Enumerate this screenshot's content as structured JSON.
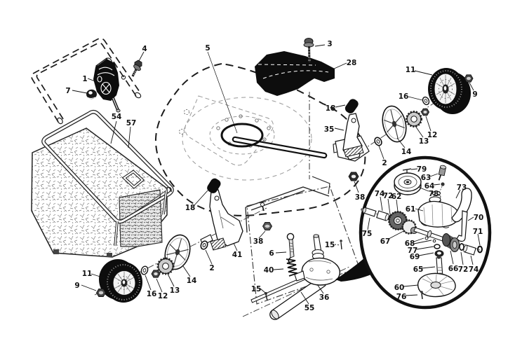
{
  "diagram": {
    "kind": "exploded-parts-diagram",
    "subject": "walk-behind mower drive and wheel assembly",
    "colors": {
      "ink": "#111111",
      "paper": "#ffffff"
    },
    "labels": [
      {
        "part": "control-bracket",
        "text": "1"
      },
      {
        "part": "handle-bolt",
        "text": "4"
      },
      {
        "part": "control-nut",
        "text": "7"
      },
      {
        "part": "bag-frame",
        "text": "54"
      },
      {
        "part": "grass-bag",
        "text": "57"
      },
      {
        "part": "drive-belt",
        "text": "5"
      },
      {
        "part": "cover-bolt",
        "text": "3"
      },
      {
        "part": "belt-cover",
        "text": "28"
      },
      {
        "part": "wheel-rear",
        "text": "11"
      },
      {
        "part": "wheel-nut-rear",
        "text": "9"
      },
      {
        "part": "washer-rear",
        "text": "16"
      },
      {
        "part": "grip-rear",
        "text": "18"
      },
      {
        "part": "height-lever-rear",
        "text": "35"
      },
      {
        "part": "locknut-rear",
        "text": "12"
      },
      {
        "part": "pinion-rear",
        "text": "13"
      },
      {
        "part": "wheel-cover-rear",
        "text": "14"
      },
      {
        "part": "washer2-rear",
        "text": "2"
      },
      {
        "part": "axle-nut-a",
        "text": "38"
      },
      {
        "part": "clip",
        "text": "79"
      },
      {
        "part": "fitting",
        "text": "63"
      },
      {
        "part": "plug",
        "text": "64"
      },
      {
        "part": "input-pulley",
        "text": "78"
      },
      {
        "part": "bracket-arm",
        "text": "73"
      },
      {
        "part": "gear-housing-upper",
        "text": "61"
      },
      {
        "part": "support-bracket",
        "text": "70"
      },
      {
        "part": "retainer-ring",
        "text": "71"
      },
      {
        "part": "bushing-left",
        "text": "74"
      },
      {
        "part": "ring-left",
        "text": "72"
      },
      {
        "part": "drive-gear",
        "text": "62"
      },
      {
        "part": "input-shaft",
        "text": "75"
      },
      {
        "part": "cluster-gear",
        "text": "67"
      },
      {
        "part": "roll-pins",
        "text": "68"
      },
      {
        "part": "thrust-washer",
        "text": "77"
      },
      {
        "part": "bearing",
        "text": "69"
      },
      {
        "part": "output-shaft",
        "text": "65"
      },
      {
        "part": "drive-drum",
        "text": "66"
      },
      {
        "part": "ring-right",
        "text": "72"
      },
      {
        "part": "bushing-right",
        "text": "74"
      },
      {
        "part": "gear-housing-lower",
        "text": "60"
      },
      {
        "part": "housing-screw",
        "text": "76"
      },
      {
        "part": "axle-nut-b",
        "text": "38"
      },
      {
        "part": "idler-bolt",
        "text": "6"
      },
      {
        "part": "spring",
        "text": "40"
      },
      {
        "part": "set-screw-a",
        "text": "15"
      },
      {
        "part": "set-screw-b",
        "text": "15"
      },
      {
        "part": "gearbox",
        "text": "36"
      },
      {
        "part": "axle-tube",
        "text": "55"
      },
      {
        "part": "height-bracket-front",
        "text": "41"
      },
      {
        "part": "grip-front",
        "text": "18"
      },
      {
        "part": "washer2-front",
        "text": "2"
      },
      {
        "part": "wheel-front",
        "text": "11"
      },
      {
        "part": "wheel-nut-front",
        "text": "9"
      },
      {
        "part": "washer-front",
        "text": "16"
      },
      {
        "part": "locknut-front",
        "text": "12"
      },
      {
        "part": "pinion-front",
        "text": "13"
      },
      {
        "part": "wheel-cover-front",
        "text": "14"
      }
    ]
  }
}
